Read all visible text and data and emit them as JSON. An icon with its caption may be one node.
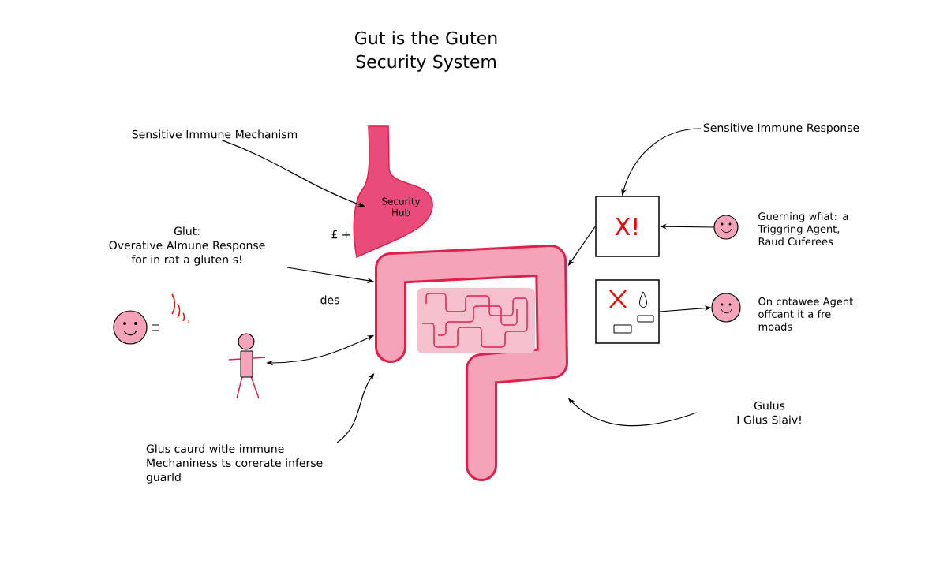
{
  "diagram": {
    "title": "Gut is the Guten Security System",
    "nodes": [
      {
        "text": [
          "Sensitive Immune Mechanism"
        ]
      },
      {
        "text": [
          "Glut:",
          "Overative Almune Response for in rat a gluten s!"
        ]
      },
      {
        "text": [
          "Security Hub"
        ]
      },
      {
        "text": [],
        "shape": "picture"
      },
      {
        "text": [],
        "shape": "person"
      },
      {
        "text": [
          "Glus caurd witle immune Mechaniness ts corerate inferse guarld"
        ]
      },
      {
        "text": [
          "Sensitive Immune Response"
        ]
      },
      {
        "text": [
          "X!"
        ]
      },
      {
        "text": [],
        "shape": "circle",
        "beside": [
          "Guerning wfiat: a Triggring Agent, Raud Cuferees"
        ]
      },
      {
        "text": [],
        "shape": "box"
      },
      {
        "text": [],
        "shape": "circle",
        "beside": [
          "On cntawee Agent offcant it a fre moads"
        ]
      },
      {
        "text": [
          "Gulus",
          "I Glus Slaiv!"
        ]
      }
    ],
    "edges": [
      {
        "from": 0,
        "to": 2,
        "arrow": "to"
      },
      {
        "from": 1,
        "to": 3,
        "arrow": "to"
      },
      {
        "from": 4,
        "to": 3,
        "arrow": "both"
      },
      {
        "from": 5,
        "to": 3,
        "arrow": "to"
      },
      {
        "from": 6,
        "to": 7,
        "arrow": "to"
      },
      {
        "from": 8,
        "to": 7,
        "arrow": "to"
      },
      {
        "from": 7,
        "to": 3,
        "arrow": "to"
      },
      {
        "from": 9,
        "to": 10,
        "arrow": "to"
      },
      {
        "from": 11,
        "to": 3,
        "arrow": "to"
      }
    ],
    "labels": [
      "£ +",
      "des"
    ]
  }
}
